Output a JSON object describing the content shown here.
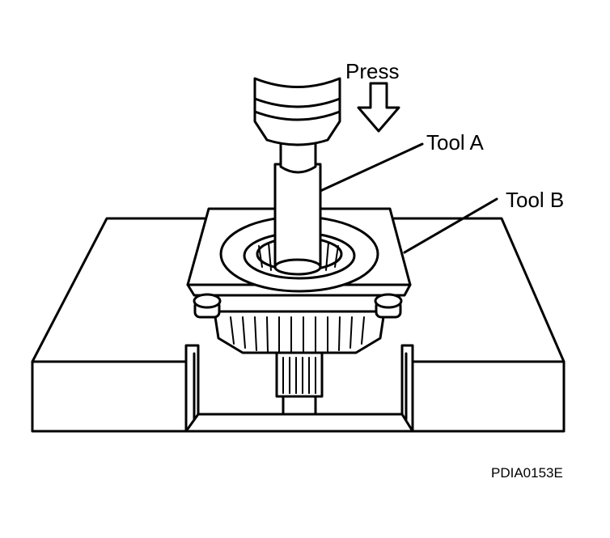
{
  "labels": {
    "press": "Press",
    "tool_a": "Tool A",
    "tool_b": "Tool B",
    "figure_code": "PDIA0153E"
  }
}
